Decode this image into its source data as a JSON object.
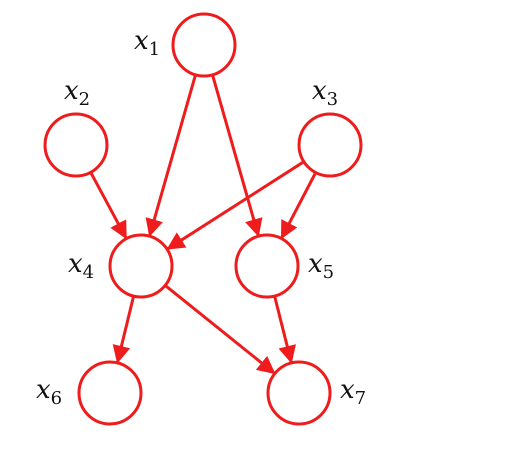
{
  "colors": {
    "stroke": "#ee1c1c",
    "fill": "#ffffff",
    "text": "#111111",
    "background": "#ffffff"
  },
  "nodes": [
    {
      "id": "n1",
      "base": "x",
      "sub": "1"
    },
    {
      "id": "n2",
      "base": "x",
      "sub": "2"
    },
    {
      "id": "n3",
      "base": "x",
      "sub": "3"
    },
    {
      "id": "n4",
      "base": "x",
      "sub": "4"
    },
    {
      "id": "n5",
      "base": "x",
      "sub": "5"
    },
    {
      "id": "n6",
      "base": "x",
      "sub": "6"
    },
    {
      "id": "n7",
      "base": "x",
      "sub": "7"
    }
  ],
  "edges": [
    {
      "from": "n1",
      "to": "n4"
    },
    {
      "from": "n1",
      "to": "n5"
    },
    {
      "from": "n2",
      "to": "n4"
    },
    {
      "from": "n3",
      "to": "n4"
    },
    {
      "from": "n3",
      "to": "n5"
    },
    {
      "from": "n4",
      "to": "n6"
    },
    {
      "from": "n4",
      "to": "n7"
    },
    {
      "from": "n5",
      "to": "n7"
    }
  ]
}
